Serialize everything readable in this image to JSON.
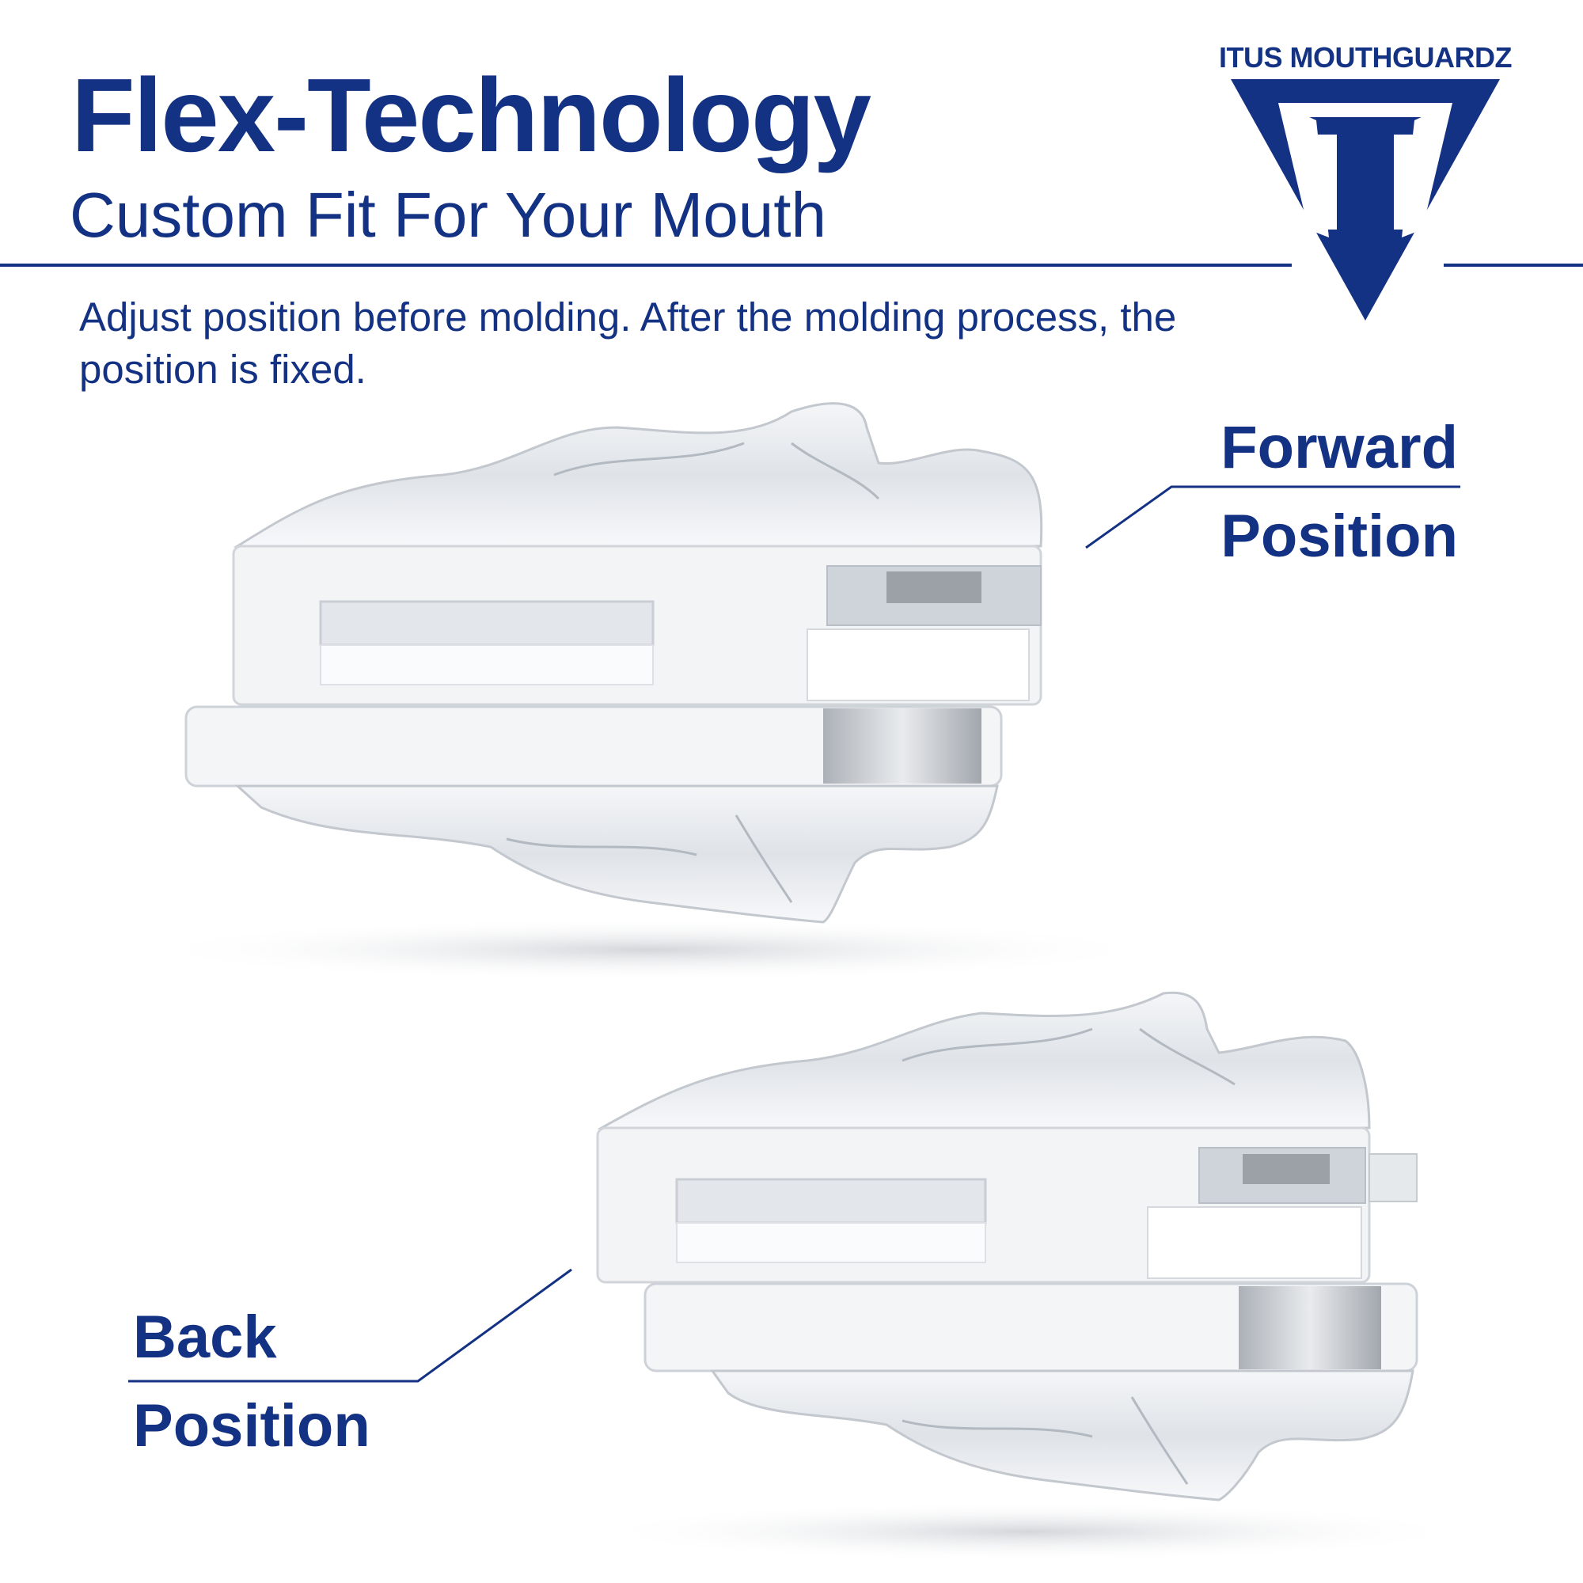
{
  "header": {
    "title": "Flex-Technology",
    "subtitle": "Custom Fit For Your Mouth",
    "description": "Adjust position before molding.  After the molding process, the position is fixed."
  },
  "brand": {
    "name": "ITUS MOUTHGUARDZ",
    "logo_icon": "itus-t-triangle-logo",
    "color": "#143283"
  },
  "labels": {
    "forward_line1": "Forward",
    "forward_line2": "Position",
    "back_line1": "Back",
    "back_line2": "Position"
  },
  "colors": {
    "accent": "#143283",
    "background": "#ffffff"
  }
}
